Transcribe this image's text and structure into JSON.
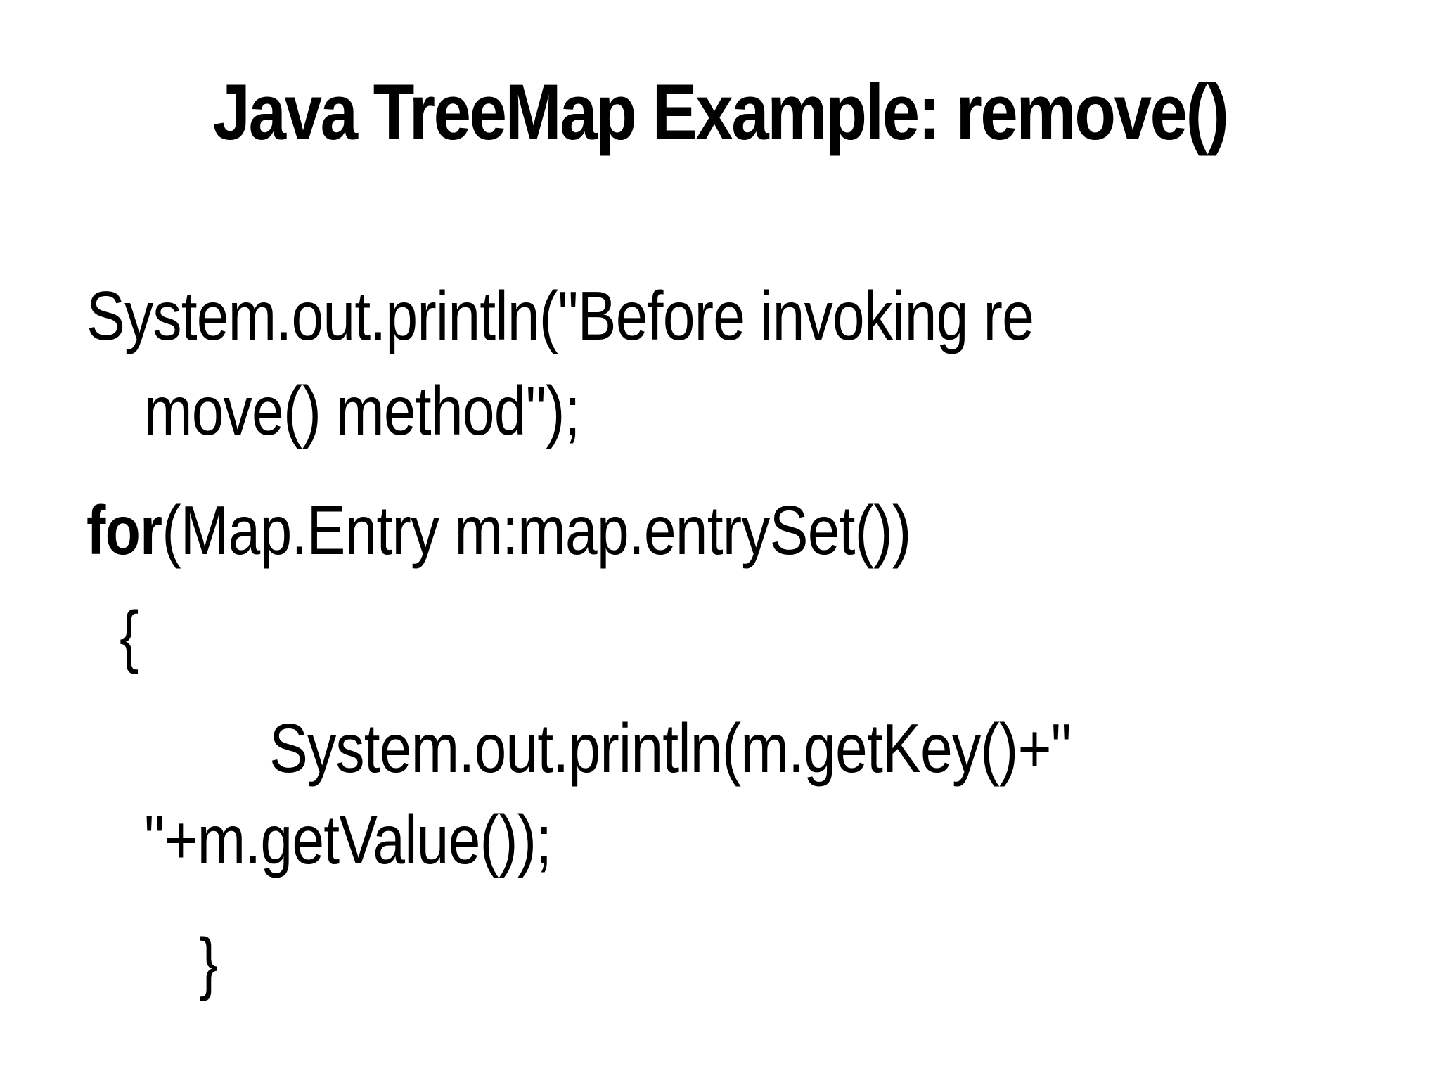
{
  "slide": {
    "title": "Java TreeMap Example: remove()",
    "code_lines": [
      {
        "text": "System.out.println(\"Before invoking re"
      },
      {
        "text": "move() method\");"
      },
      {
        "keyword": "for",
        "text": "(Map.Entry m:map.entrySet())"
      },
      {
        "text": "{"
      },
      {
        "text": "System.out.println(m.getKey()+\""
      },
      {
        "text": "\"+m.getValue());"
      },
      {
        "text": "}"
      }
    ]
  },
  "colors": {
    "background": "#ffffff",
    "text": "#000000"
  }
}
